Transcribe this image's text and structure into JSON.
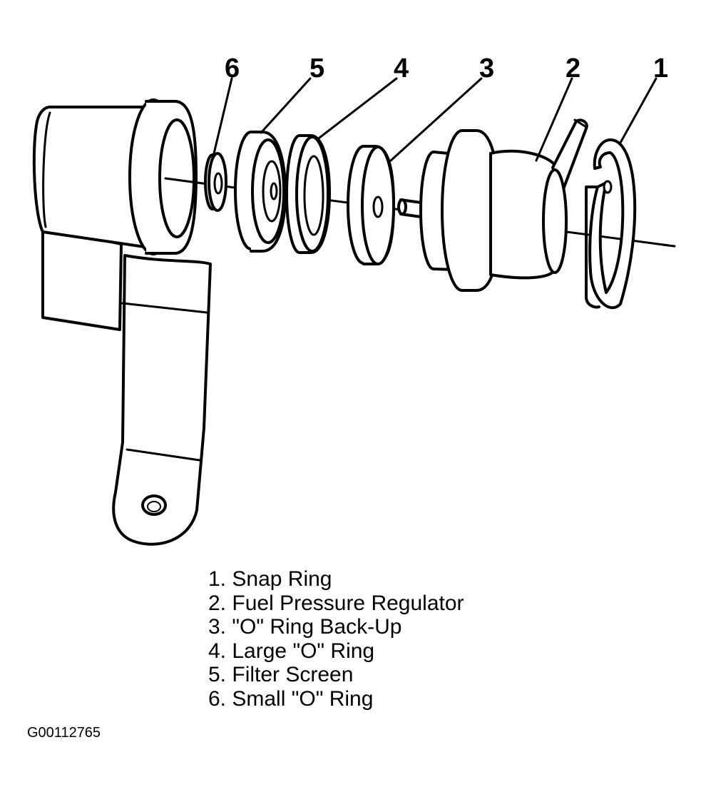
{
  "callouts": [
    "6",
    "5",
    "4",
    "3",
    "2",
    "1"
  ],
  "legend": [
    {
      "number": "1.",
      "label": "Snap Ring"
    },
    {
      "number": "2.",
      "label": "Fuel Pressure Regulator"
    },
    {
      "number": "3.",
      "label": "\"O\" Ring Back-Up"
    },
    {
      "number": "4.",
      "label": "Large \"O\" Ring"
    },
    {
      "number": "5.",
      "label": "Filter Screen"
    },
    {
      "number": "6.",
      "label": "Small \"O\" Ring"
    }
  ],
  "figure_id": "G00112765"
}
